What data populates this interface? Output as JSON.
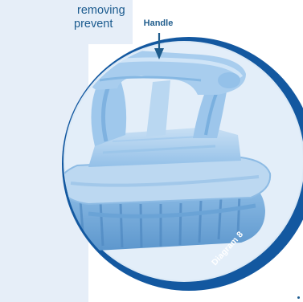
{
  "text_lines": [
    "removing",
    "prevent"
  ],
  "diagram": {
    "callout": "Handle",
    "caption": "Diagram 8"
  },
  "colors": {
    "panel": "#e6eef8",
    "circle_bg": "#dbe9f6",
    "ring": "#1358a0",
    "robot_light": "#a9ccec",
    "robot_mid": "#7fb3e0",
    "robot_dark": "#5b95cc",
    "text": "#1a5a8e"
  },
  "icons": [
    "down-arrow-icon",
    "pool-cleaner-robot-illustration"
  ]
}
